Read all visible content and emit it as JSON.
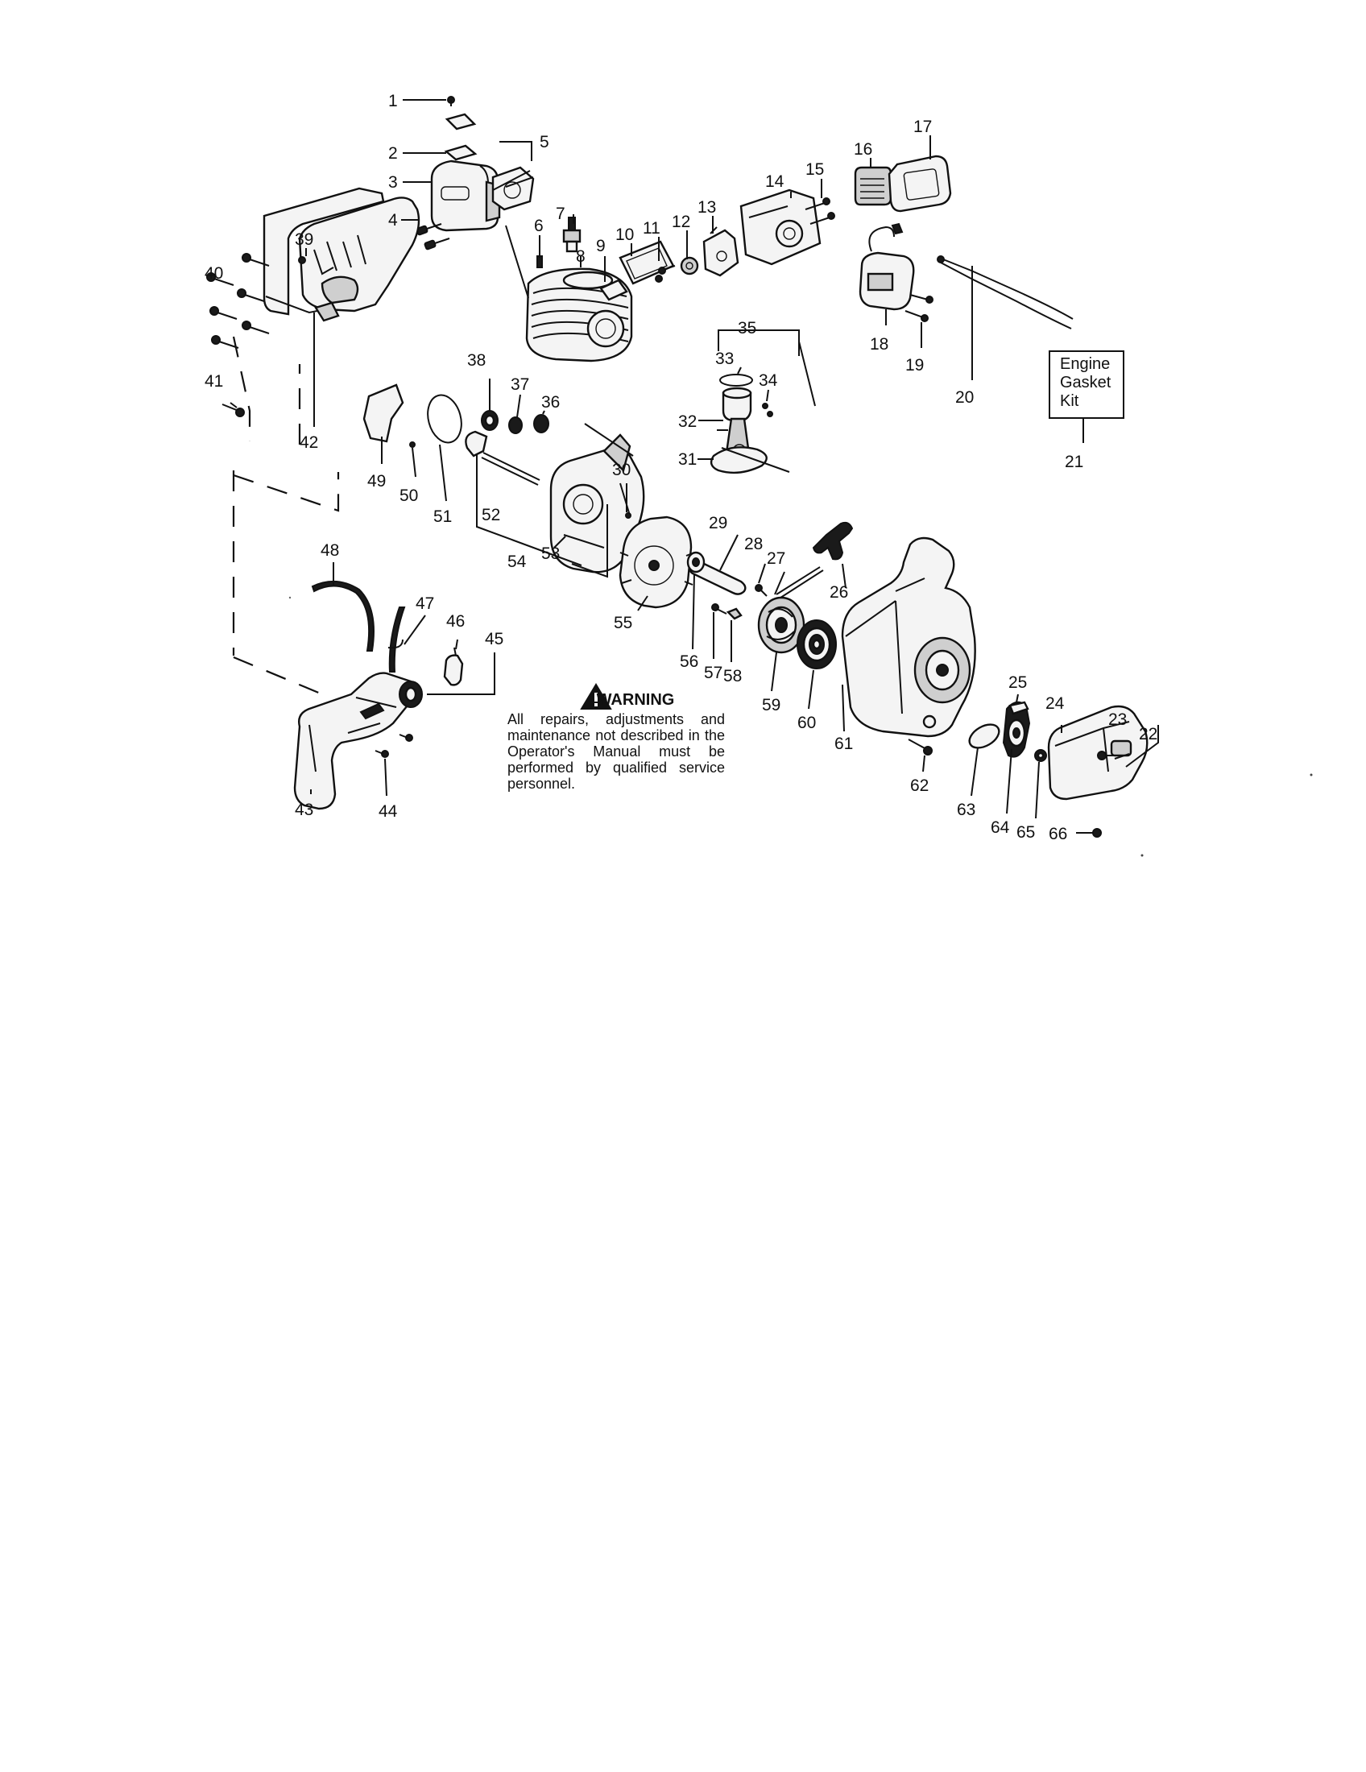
{
  "callouts": [
    "1",
    "2",
    "3",
    "4",
    "5",
    "6",
    "7",
    "8",
    "9",
    "10",
    "11",
    "12",
    "13",
    "14",
    "15",
    "16",
    "17",
    "18",
    "19",
    "20",
    "22",
    "23",
    "24",
    "25",
    "26",
    "27",
    "28",
    "29",
    "30",
    "31",
    "32",
    "33",
    "34",
    "35",
    "36",
    "37",
    "38",
    "39",
    "40",
    "41",
    "42",
    "43",
    "44",
    "45",
    "46",
    "47",
    "48",
    "49",
    "50",
    "51",
    "52",
    "53",
    "54",
    "55",
    "56",
    "57",
    "58",
    "59",
    "60",
    "61",
    "62",
    "63",
    "64",
    "65",
    "66"
  ],
  "kit": {
    "lines": [
      "Engine",
      "Gasket",
      "Kit"
    ],
    "number": "21"
  },
  "warning": {
    "heading": "WARNING",
    "text": "All repairs, adjustments and maintenance not described in the Operator's Manual must be performed by qualified service personnel."
  }
}
